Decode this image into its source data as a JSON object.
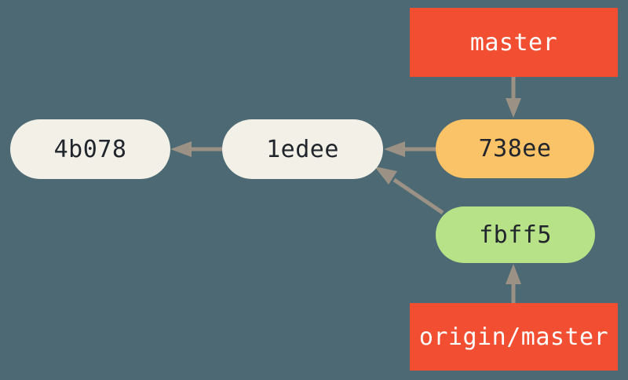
{
  "diagram": {
    "type": "git-commit-graph",
    "commits": [
      {
        "id": "4b078",
        "color": "cream"
      },
      {
        "id": "1edee",
        "color": "cream",
        "parent": "4b078"
      },
      {
        "id": "738ee",
        "color": "orange",
        "parent": "1edee"
      },
      {
        "id": "fbff5",
        "color": "green",
        "parent": "1edee"
      }
    ],
    "refs": [
      {
        "name": "master",
        "points_to": "738ee"
      },
      {
        "name": "origin/master",
        "points_to": "fbff5"
      }
    ],
    "edges": [
      {
        "from": "1edee",
        "to": "4b078",
        "kind": "parent"
      },
      {
        "from": "738ee",
        "to": "1edee",
        "kind": "parent"
      },
      {
        "from": "fbff5",
        "to": "1edee",
        "kind": "parent"
      },
      {
        "from": "master",
        "to": "738ee",
        "kind": "ref"
      },
      {
        "from": "origin/master",
        "to": "fbff5",
        "kind": "ref"
      }
    ]
  },
  "nodes": {
    "c4b078": {
      "label": "4b078"
    },
    "c1edee": {
      "label": "1edee"
    },
    "c738ee": {
      "label": "738ee"
    },
    "cfbff5": {
      "label": "fbff5"
    },
    "master": {
      "label": "master"
    },
    "origin_master": {
      "label": "origin/master"
    }
  },
  "colors": {
    "background": "#4c6974",
    "branch_red": "#f14e32",
    "commit_cream": "#f2f0e7",
    "commit_orange": "#fbc368",
    "commit_green": "#b8e287",
    "arrow": "#9b9184",
    "commit_text": "#20262b",
    "branch_text": "#ffffff"
  }
}
